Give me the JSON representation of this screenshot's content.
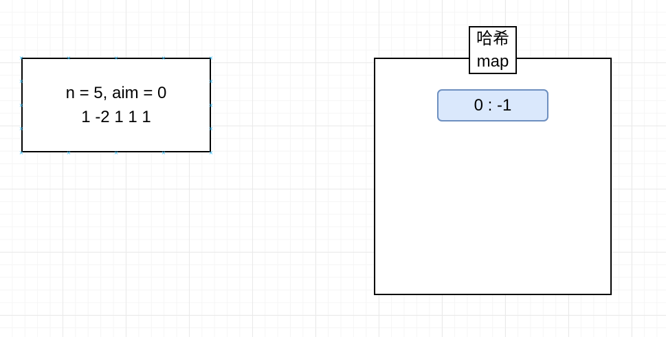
{
  "input_box": {
    "line1": "n = 5, aim = 0",
    "line2": "1 -2 1 1 1"
  },
  "hash_map": {
    "label_line1": "哈希",
    "label_line2": "map",
    "entries": [
      {
        "text": "0 : -1"
      }
    ]
  },
  "colors": {
    "entry_fill": "#dae8fc",
    "entry_stroke": "#6c8ebf",
    "selection_handle": "#29b6f2"
  }
}
